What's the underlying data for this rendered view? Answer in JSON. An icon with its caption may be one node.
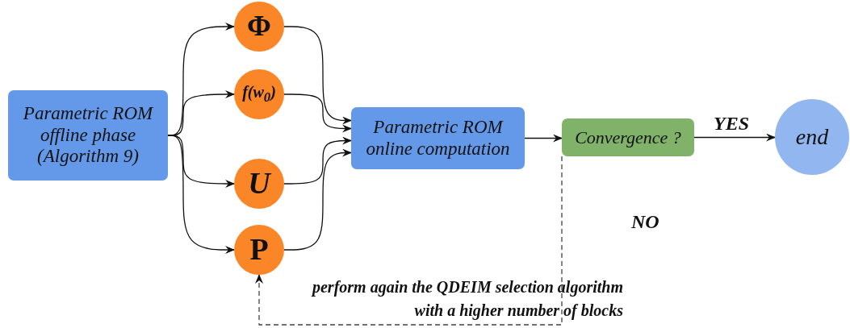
{
  "diagram": {
    "nodes": [
      {
        "text": [
          "Parametric ROM offline phase (Algorithm 9)"
        ]
      },
      {
        "text": [
          "Φ"
        ]
      },
      {
        "text": [
          "f(w$_{0}$)"
        ]
      },
      {
        "text": [
          "U"
        ]
      },
      {
        "text": [
          "P"
        ]
      },
      {
        "text": [
          "Parametric ROM online computation"
        ]
      },
      {
        "text": [
          "Convergence ?"
        ]
      },
      {
        "text": [
          "end"
        ]
      }
    ],
    "edges": [
      {
        "from": 0,
        "to": 1,
        "arrow": "to"
      },
      {
        "from": 0,
        "to": 2,
        "arrow": "to"
      },
      {
        "from": 0,
        "to": 3,
        "arrow": "to"
      },
      {
        "from": 0,
        "to": 4,
        "arrow": "to"
      },
      {
        "from": 1,
        "to": 5,
        "arrow": "to"
      },
      {
        "from": 2,
        "to": 5,
        "arrow": "to"
      },
      {
        "from": 3,
        "to": 5,
        "arrow": "to"
      },
      {
        "from": 4,
        "to": 5,
        "arrow": "to"
      },
      {
        "from": 5,
        "to": 6,
        "arrow": "to"
      },
      {
        "from": 6,
        "to": 7,
        "arrow": "to",
        "label": "YES"
      },
      {
        "from": 6,
        "to": 4,
        "arrow": "to",
        "label": "NO",
        "style": "dashed"
      }
    ],
    "labels": [
      "perform again the QDEIM selection algorithm with a higher number of blocks"
    ]
  }
}
